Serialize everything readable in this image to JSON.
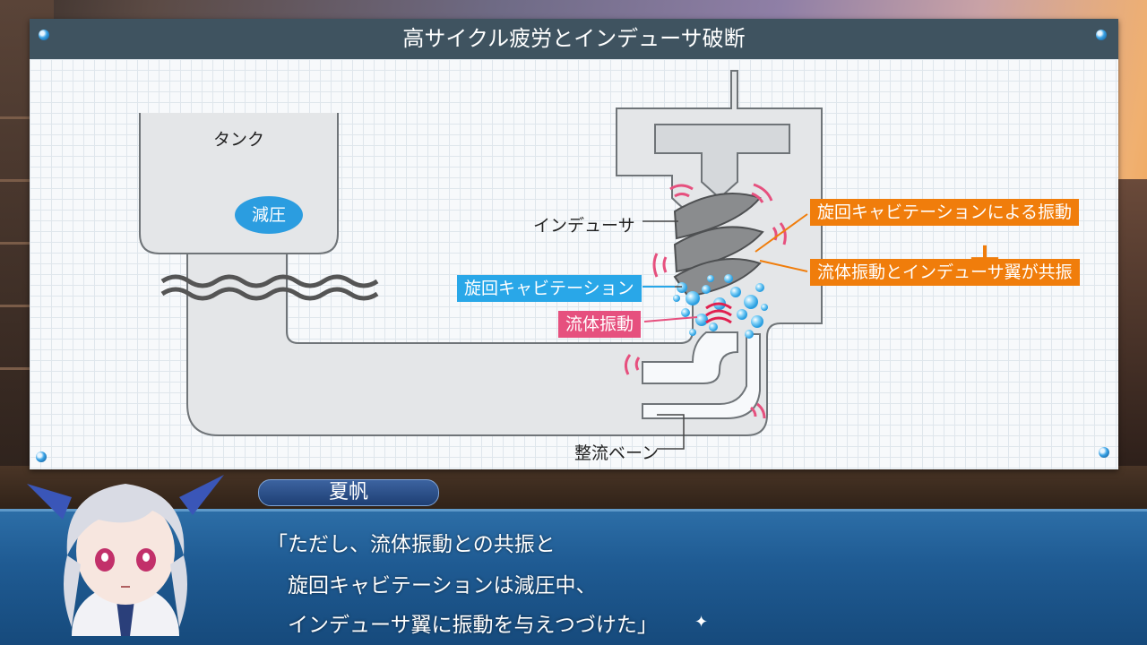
{
  "panel": {
    "title": "高サイクル疲労とインデューサ破断"
  },
  "diagram": {
    "tank_label": "タンク",
    "decompression": "減圧",
    "inducer_label": "インデューサ",
    "swirl_cavitation": "旋回キャビテーション",
    "fluid_vibration": "流体振動",
    "annotation_top": "旋回キャビテーションによる振動",
    "plus": "＋",
    "annotation_bottom": "流体振動とインデューサ翼が共振",
    "guide_vane": "整流ベーン"
  },
  "dialogue": {
    "speaker": "夏帆",
    "lines": [
      "「ただし、流体振動との共振と",
      "　旋回キャビテーションは減圧中、",
      "　インデューサ翼に振動を与えつづけた」"
    ],
    "advance_icon": "star-icon"
  },
  "colors": {
    "header": "#3f5360",
    "tag_blue": "#29a7e8",
    "tag_pink": "#e6507e",
    "tag_orange": "#f07d0b"
  }
}
